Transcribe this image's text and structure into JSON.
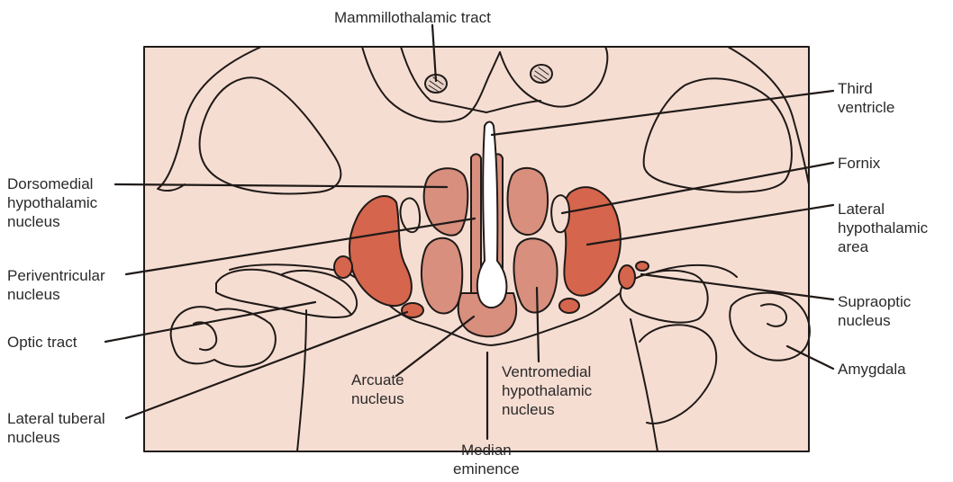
{
  "colors": {
    "background": "#f6ddd2",
    "outline": "#1f1a18",
    "nucleus_light": "#d88f7e",
    "nucleus_dark": "#d5654c",
    "ventricle": "#ffffff"
  },
  "labels": {
    "mammillothalamic_tract": "Mammillothalamic tract",
    "third_ventricle": [
      "Third",
      "ventricle"
    ],
    "fornix": "Fornix",
    "lateral_hypothalamic_area": [
      "Lateral",
      "hypothalamic",
      "area"
    ],
    "supraoptic_nucleus": [
      "Supraoptic",
      "nucleus"
    ],
    "amygdala": "Amygdala",
    "dorsomedial_hypothalamic_nucleus": [
      "Dorsomedial",
      "hypothalamic",
      "nucleus"
    ],
    "periventricular_nucleus": [
      "Periventricular",
      "nucleus"
    ],
    "optic_tract": "Optic tract",
    "lateral_tuberal_nucleus": [
      "Lateral tuberal",
      "nucleus"
    ],
    "arcuate_nucleus": [
      "Arcuate",
      "nucleus"
    ],
    "median_eminence": [
      "Median",
      "eminence"
    ],
    "ventromedial_hypothalamic_nucleus": [
      "Ventromedial",
      "hypothalamic",
      "nucleus"
    ]
  }
}
